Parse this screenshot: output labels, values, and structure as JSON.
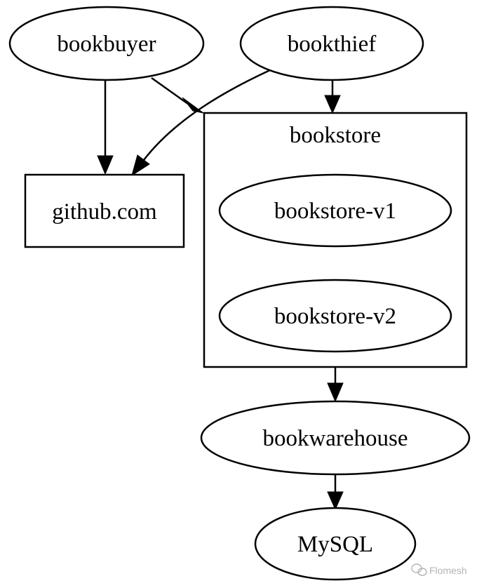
{
  "nodes": {
    "bookbuyer": "bookbuyer",
    "bookthief": "bookthief",
    "github": "github.com",
    "bookstore_cluster": "bookstore",
    "bookstore_v1": "bookstore-v1",
    "bookstore_v2": "bookstore-v2",
    "bookwarehouse": "bookwarehouse",
    "mysql": "MySQL"
  },
  "watermark": {
    "text": "Flomesh",
    "icon": "wechat-icon"
  },
  "colors": {
    "stroke": "#000000",
    "background": "#ffffff",
    "watermark": "#b4b4b4"
  }
}
